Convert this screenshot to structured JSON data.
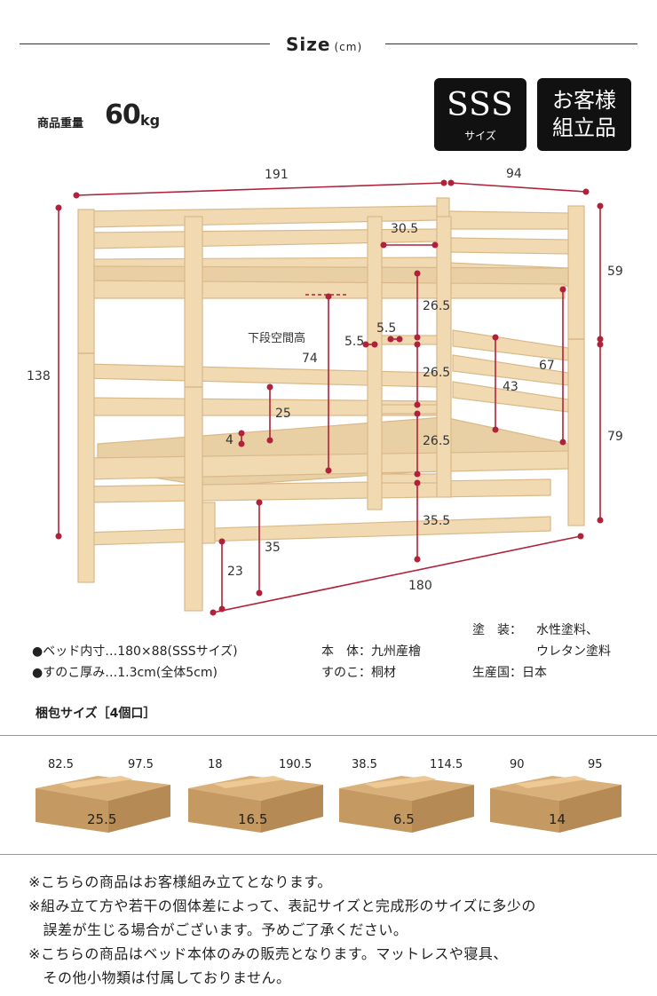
{
  "header": {
    "title": "Size",
    "unit": "(cm)"
  },
  "weight": {
    "label": "商品重量",
    "value": "60",
    "unit": "kg"
  },
  "badges": {
    "size_main": "SSS",
    "size_sub": "サイズ",
    "assembly_line1": "お客様",
    "assembly_line2": "組立品"
  },
  "dimensions": {
    "top_length": "191",
    "top_width": "94",
    "total_height": "138",
    "upper_height": "59",
    "lower_height": "79",
    "ladder_width": "30.5",
    "rung_1": "26.5",
    "rung_2": "26.5",
    "rung_3": "26.5",
    "rung_bottom": "35.5",
    "step_a": "5.5",
    "step_b": "5.5",
    "lower_space_label": "下段空間高",
    "lower_space": "74",
    "guard_upper": "67",
    "guard_lower": "43",
    "lower_guard": "25",
    "slat_offset": "4",
    "base_height": "23",
    "floor_clearance": "35",
    "bottom_length": "180"
  },
  "specs": {
    "inner_size": "●ベッド内寸…180×88(SSSサイズ)",
    "slat_thickness": "●すのこ厚み…1.3cm(全体5cm)",
    "body": "本　体：九州産檜",
    "slats": "すのこ：桐材",
    "finish_label": "塗　装：",
    "finish_1": "水性塗料、",
    "finish_2": "ウレタン塗料",
    "origin": "生産国：日本"
  },
  "packages": {
    "title": "梱包サイズ［4個口］",
    "items": [
      {
        "w": "82.5",
        "d": "97.5",
        "h": "25.5"
      },
      {
        "w": "18",
        "d": "190.5",
        "h": "16.5"
      },
      {
        "w": "38.5",
        "d": "114.5",
        "h": "6.5"
      },
      {
        "w": "90",
        "d": "95",
        "h": "14"
      }
    ]
  },
  "notes": {
    "line1": "※こちらの商品はお客様組み立てとなります。",
    "line2": "※組み立て方や若干の個体差によって、表記サイズと完成形のサイズに多少の",
    "line3": "　誤差が生じる場合がございます。予めご了承ください。",
    "line4": "※こちらの商品はベッド本体のみの販売となります。マットレスや寝具、",
    "line5": "　その他小物類は付属しておりません。"
  },
  "colors": {
    "wood": "#f1d9b2",
    "wood_edge": "#d9b98a",
    "dim_line": "#b0223a",
    "box": "#c49a62",
    "box_top": "#d9b07a",
    "badge": "#111111"
  }
}
